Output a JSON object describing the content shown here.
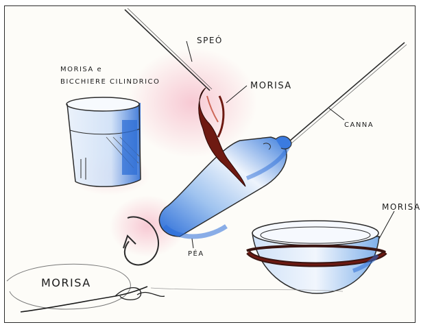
{
  "labels": {
    "speo": "SPEÓ",
    "morisa_top": "MORISA",
    "morisa_glass_line1": "MORISA e",
    "morisa_glass_line2": "BICCHIERE CILINDRICO",
    "canna": "CANNA",
    "morisa_bowl": "MORISA",
    "pea": "PÉA",
    "morisa_bottom": "MORISA"
  },
  "colors": {
    "ink": "#1b1b1b",
    "blue": "#2f6fd6",
    "light_blue": "#9cc0ee",
    "pink": "#f2a2b8",
    "dark_red": "#6e1a12"
  }
}
